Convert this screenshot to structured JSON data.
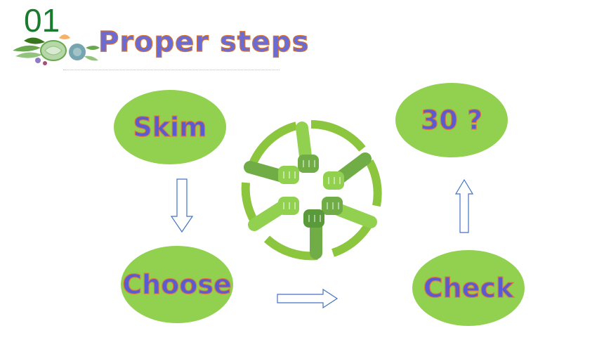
{
  "header": {
    "section_number": "01",
    "title": "Proper steps"
  },
  "steps": {
    "skim": "Skim",
    "choose": "Choose",
    "check": "Check",
    "count": "30 ?"
  },
  "colors": {
    "ellipse_fill": "#92d050",
    "label_fill": "#5b5bd0",
    "label_outline": "#e07b39",
    "section_number": "#1a7a2e",
    "arrow_outline": "#4472c4",
    "hands_light": "#92d050",
    "hands_dark": "#70ad47"
  },
  "icons": {
    "decoration": "succulent-plants-icon",
    "center": "teamwork-hands-circle-icon",
    "arrows": [
      "arrow-down-icon",
      "arrow-right-icon",
      "arrow-up-icon"
    ]
  }
}
